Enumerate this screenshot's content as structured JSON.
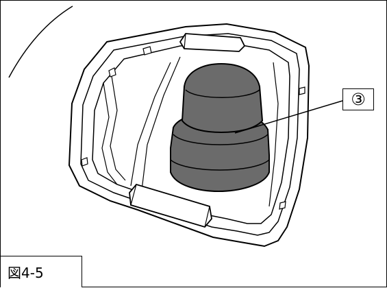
{
  "callout": {
    "label": "③"
  },
  "figure": {
    "caption": "図4-5"
  },
  "colors": {
    "part_fill": "#6b6b6b",
    "line": "#000000",
    "background": "#ffffff"
  },
  "icons": [
    "rubber-cap-part",
    "housing-frame",
    "callout-leader-line"
  ]
}
